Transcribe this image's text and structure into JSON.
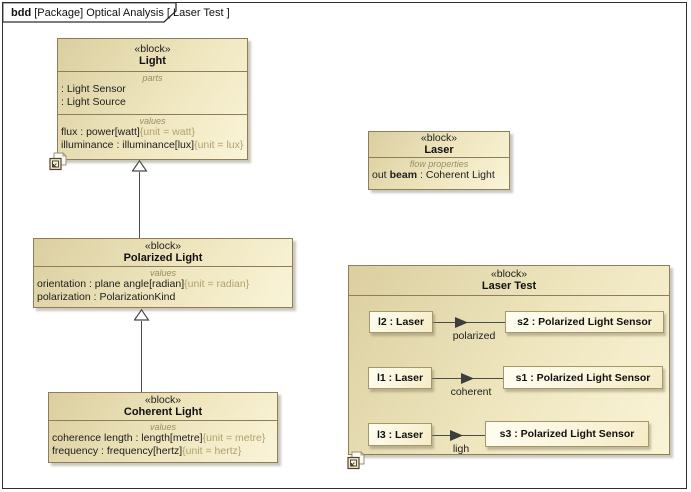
{
  "frame": {
    "keyword": "bdd",
    "context": "[Package] Optical Analysis [ Laser Test ]"
  },
  "blocks": {
    "light": {
      "stereotype": "«block»",
      "name": "Light",
      "parts_label": "parts",
      "parts": [
        ": Light Sensor",
        ": Light Source"
      ],
      "values_label": "values",
      "values": [
        {
          "main": "flux : power[watt]",
          "unit": "{unit = watt}"
        },
        {
          "main": "illuminance : illuminance[lux]",
          "unit": "{unit = lux}"
        }
      ]
    },
    "laser": {
      "stereotype": "«block»",
      "name": "Laser",
      "flow_label": "flow properties",
      "flow_direction": "out",
      "flow_name": "beam",
      "flow_type": ": Coherent Light"
    },
    "polarized_light": {
      "stereotype": "«block»",
      "name": "Polarized Light",
      "values_label": "values",
      "values": [
        {
          "main": "orientation : plane angle[radian]",
          "unit": "{unit = radian}"
        },
        {
          "main": "polarization : PolarizationKind",
          "unit": ""
        }
      ]
    },
    "coherent_light": {
      "stereotype": "«block»",
      "name": "Coherent Light",
      "values_label": "values",
      "values": [
        {
          "main": "coherence length : length[metre]",
          "unit": "{unit = metre}"
        },
        {
          "main": "frequency : frequency[hertz]",
          "unit": "{unit = hertz}"
        }
      ]
    },
    "laser_test": {
      "stereotype": "«block»",
      "name": "Laser Test",
      "connections": [
        {
          "source": "l2 : Laser",
          "target": "s2 : Polarized Light Sensor",
          "label": "polarized"
        },
        {
          "source": "l1 : Laser",
          "target": "s1 : Polarized Light Sensor",
          "label": "coherent"
        },
        {
          "source": "l3 : Laser",
          "target": "s3 : Polarized Light Sensor",
          "label": "ligh"
        }
      ]
    }
  },
  "icons": {
    "light_corner": "related-diagram-icon",
    "laser_test_corner": "related-diagram-icon"
  },
  "colors": {
    "block_border": "#8e7d58",
    "block_fill_dark": "#dbcfa0",
    "block_fill_light": "#faf4d8",
    "part_fill": "#fffef2",
    "unit_text": "#b0a26e",
    "compartment_label": "#9a8e64",
    "connector": "#4a4a4a",
    "frame_border": "#2e2e2e"
  }
}
